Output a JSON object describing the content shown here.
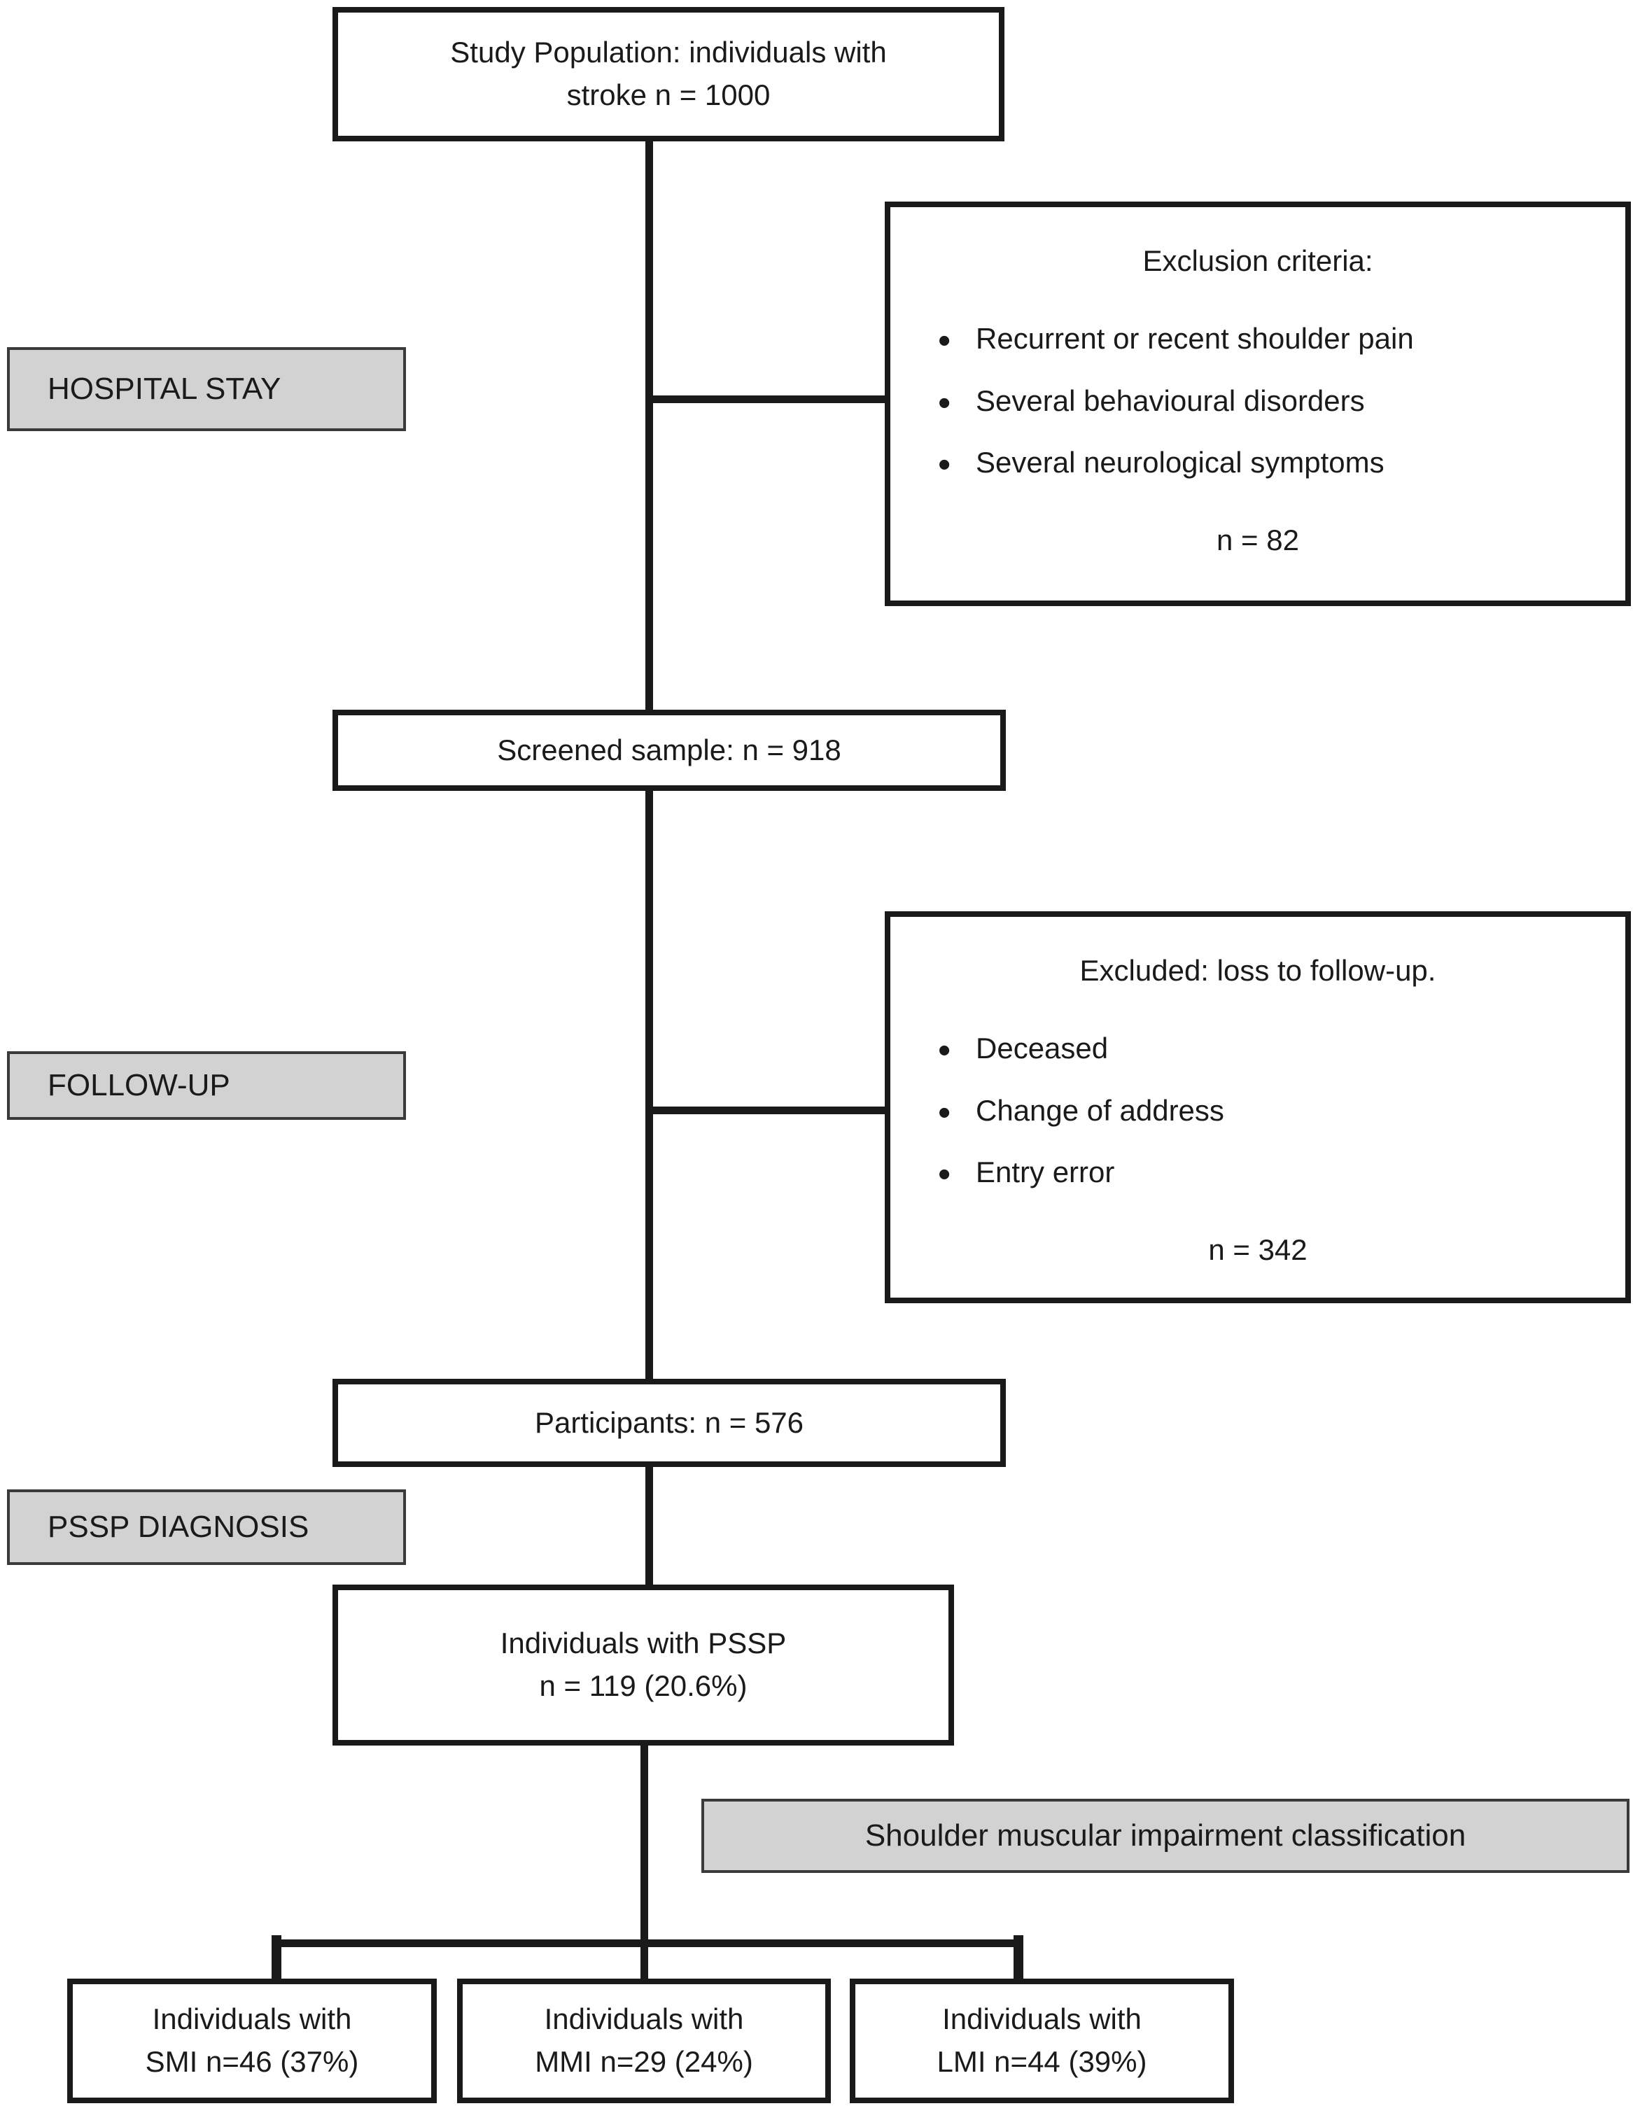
{
  "flow": {
    "study_population": {
      "line1": "Study Population: individuals with",
      "line2": "stroke n = 1000"
    },
    "stages": {
      "hospital_stay": "HOSPITAL STAY",
      "follow_up": "FOLLOW-UP",
      "pssp_diagnosis": "PSSP DIAGNOSIS"
    },
    "exclusion": {
      "title": "Exclusion criteria:",
      "bullets": [
        "Recurrent or recent shoulder pain",
        "Several behavioural disorders",
        "Several neurological symptoms"
      ],
      "count": "n = 82"
    },
    "screened": "Screened sample: n = 918",
    "loss_follow_up": {
      "title": "Excluded: loss to follow-up.",
      "bullets": [
        "Deceased",
        "Change of address",
        "Entry error"
      ],
      "count": "n = 342"
    },
    "participants": "Participants: n = 576",
    "pssp": {
      "line1": "Individuals with PSSP",
      "line2": "n = 119 (20.6%)"
    },
    "classification": "Shoulder muscular impairment classification",
    "outcomes": [
      {
        "line1": "Individuals with",
        "line2": "SMI n=46 (37%)"
      },
      {
        "line1": "Individuals with",
        "line2": "MMI n=29 (24%)"
      },
      {
        "line1": "Individuals with",
        "line2": "LMI n=44 (39%)"
      }
    ],
    "colors": {
      "box_border": "#1a1a1a",
      "stage_fill": "#d2d2d2",
      "line": "#1a1a1a"
    }
  }
}
